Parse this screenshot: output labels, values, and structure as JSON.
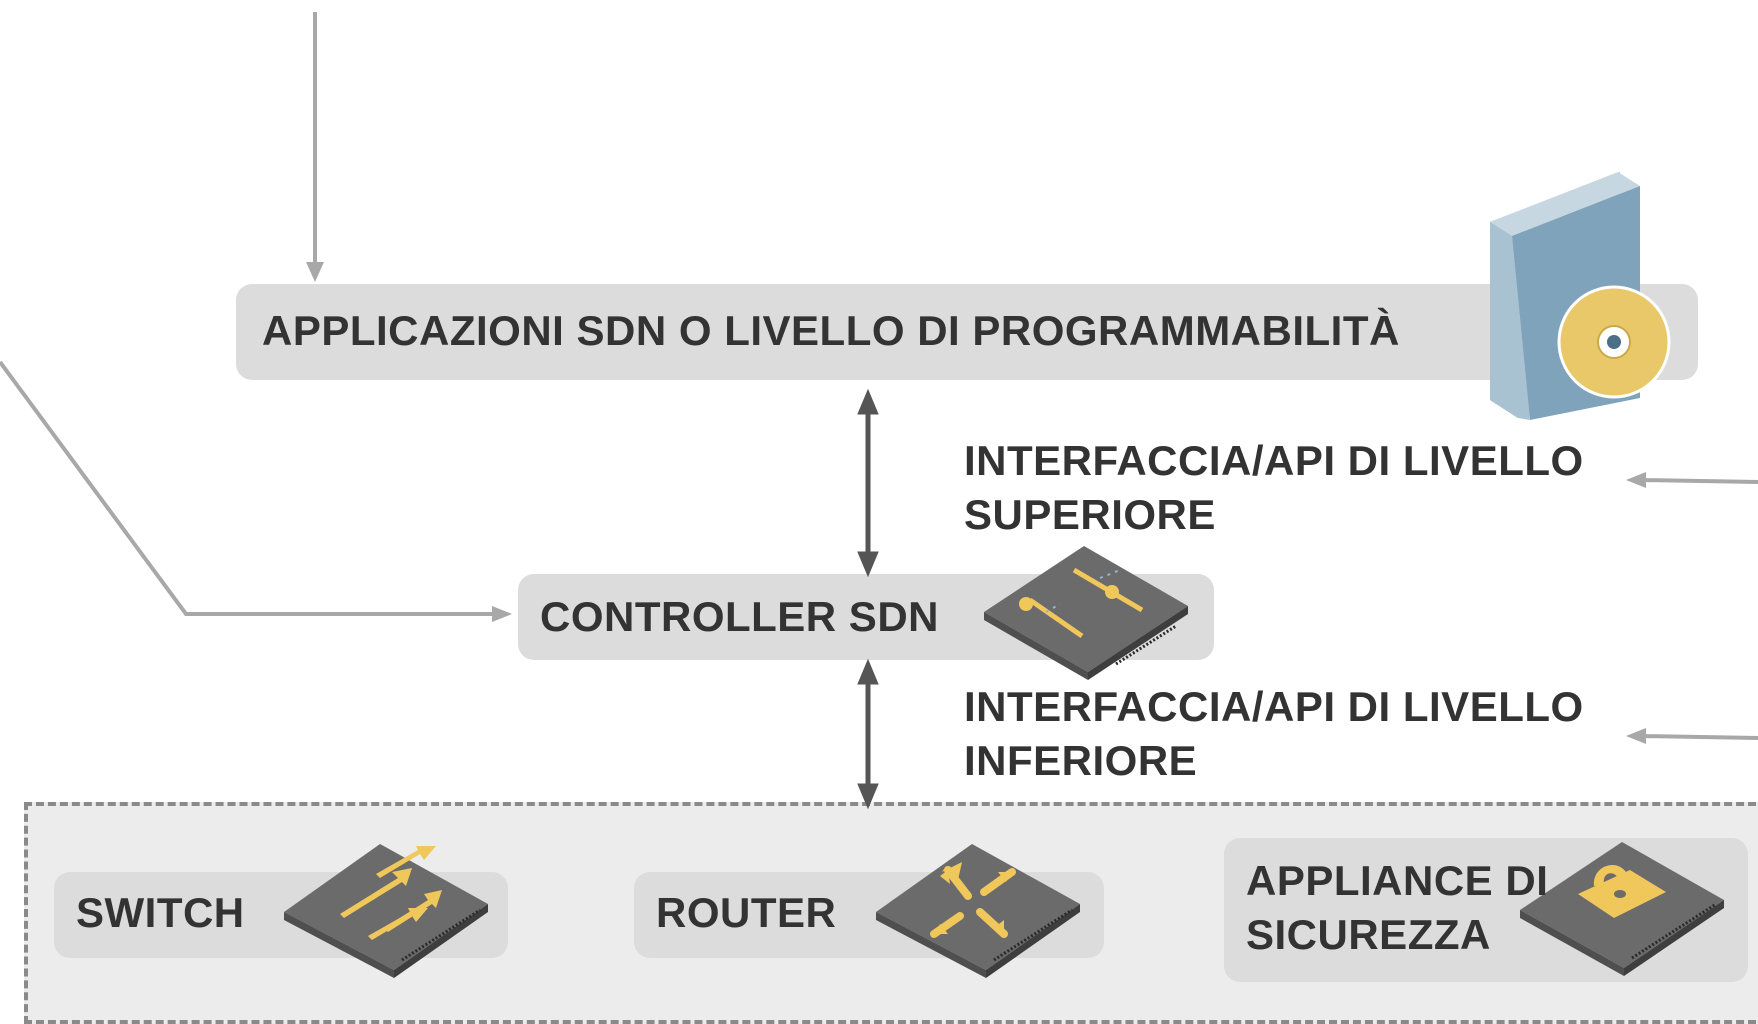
{
  "layers": {
    "applications": {
      "label": "APPLICAZIONI SDN O LIVELLO DI PROGRAMMABILITÀ"
    },
    "northbound_api": {
      "line1": "INTERFACCIA/API DI LIVELLO",
      "line2": "SUPERIORE"
    },
    "controller": {
      "label": "CONTROLLER SDN"
    },
    "southbound_api": {
      "line1": "INTERFACCIA/API DI LIVELLO",
      "line2": "INFERIORE"
    }
  },
  "devices": {
    "switch": {
      "label": "SWITCH"
    },
    "router": {
      "label": "ROUTER"
    },
    "security": {
      "line1": "APPLIANCE DI",
      "line2": "SICUREZZA"
    }
  },
  "colors": {
    "pill": "#dcdcdc",
    "device_area": "#ececec",
    "text": "#333333",
    "connector": "#a8a8a8",
    "double_arrow": "#555555",
    "accent_yellow": "#f0c75a"
  }
}
